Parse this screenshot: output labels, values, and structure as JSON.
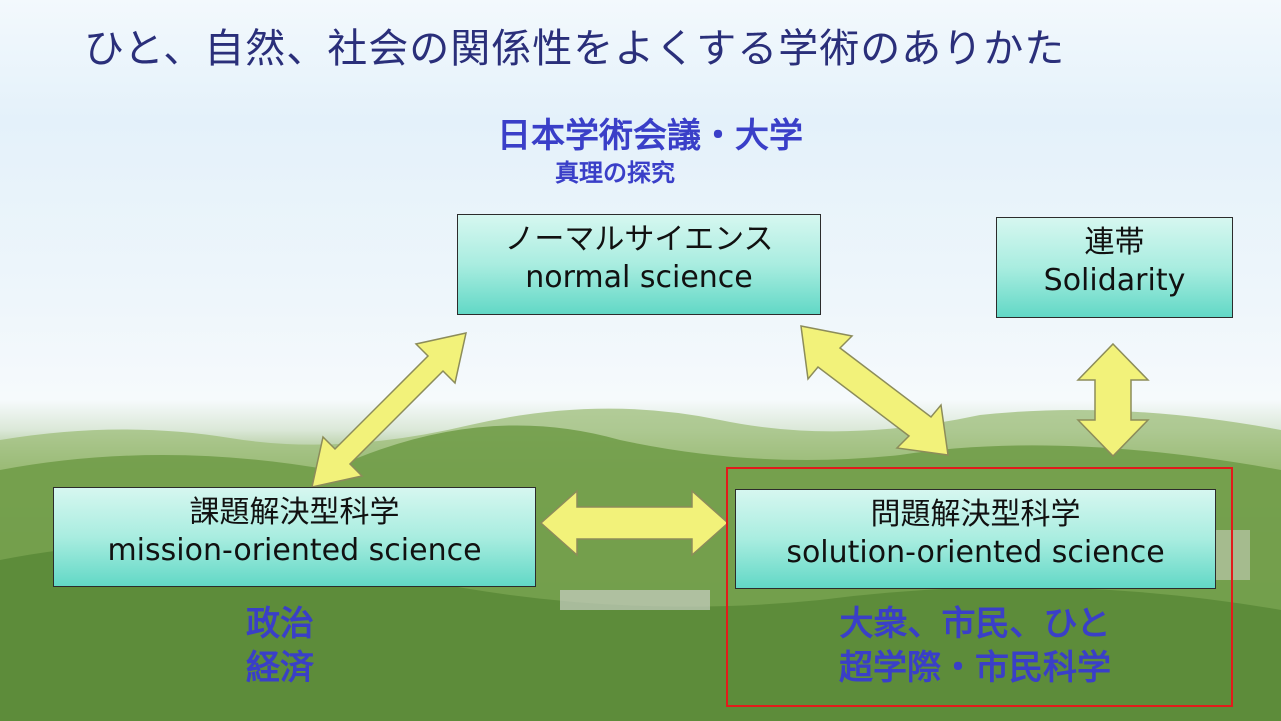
{
  "title": "ひと、自然、社会の関係性をよくする学術のありかた",
  "organization": {
    "name": "日本学術会議・大学",
    "subtitle": "真理の探究"
  },
  "boxes": {
    "normal": {
      "jp": "ノーマルサイエンス",
      "en": "normal science"
    },
    "solidarity": {
      "jp": "連帯",
      "en": "Solidarity"
    },
    "mission": {
      "jp": "課題解決型科学",
      "en": "mission-oriented science"
    },
    "solution": {
      "jp": "問題解決型科学",
      "en": "solution-oriented science"
    }
  },
  "labels": {
    "mission_side": [
      "政治",
      "経済"
    ],
    "solution_side": [
      "大衆、市民、ひと",
      "超学際・市民科学"
    ]
  },
  "colors": {
    "title": "#2a2f7a",
    "accent_text": "#3a3fc8",
    "box_fill": "#a9ede0",
    "arrow_fill": "#f2f27a",
    "highlight_border": "#e21b1b"
  }
}
